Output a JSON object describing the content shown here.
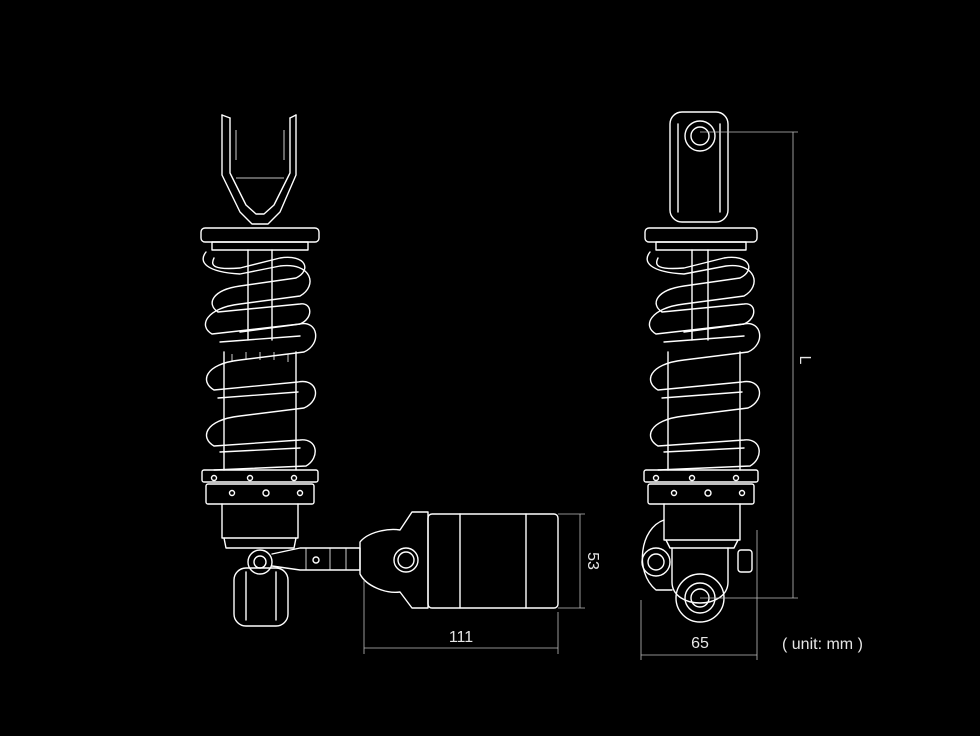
{
  "dimensions": {
    "reservoir_length": "111",
    "reservoir_diameter": "53",
    "body_width": "65",
    "overall_length": "L"
  },
  "unit_note": "( unit: mm )",
  "colors": {
    "background": "#000000",
    "line": "#ffffff",
    "dimension": "#bdbdbd"
  }
}
